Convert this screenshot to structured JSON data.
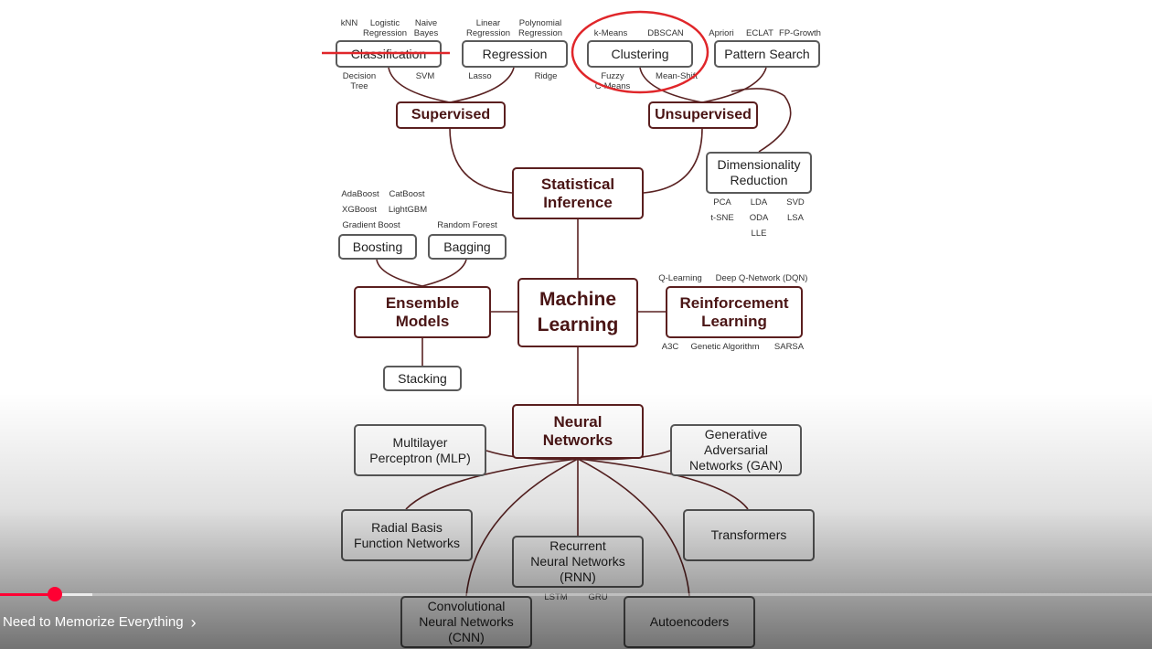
{
  "diagram": {
    "classification": {
      "label": "Classification",
      "top_labels": [
        "kNN",
        "Logistic\nRegression",
        "Naive\nBayes"
      ],
      "bottom_labels": [
        "Decision\nTree",
        "SVM"
      ]
    },
    "regression": {
      "label": "Regression",
      "top_labels": [
        "Linear\nRegression",
        "Polynomial\nRegression"
      ],
      "bottom_labels": [
        "Lasso",
        "Ridge"
      ]
    },
    "clustering": {
      "label": "Clustering",
      "top_labels": [
        "k-Means",
        "DBSCAN"
      ],
      "bottom_labels": [
        "Fuzzy\nC-Means",
        "Mean-Shift"
      ]
    },
    "pattern_search": {
      "label": "Pattern Search",
      "top_labels": [
        "Apriori",
        "ECLAT",
        "FP-Growth"
      ]
    },
    "supervised": {
      "label": "Supervised"
    },
    "unsupervised": {
      "label": "Unsupervised"
    },
    "dimensionality_reduction": {
      "label": "Dimensionality\nReduction",
      "bottom_labels": [
        "PCA",
        "LDA",
        "SVD",
        "t-SNE",
        "ODA",
        "LSA",
        "LLE"
      ]
    },
    "statistical_inference": {
      "label": "Statistical\nInference"
    },
    "boosting": {
      "label": "Boosting",
      "top_labels": [
        "AdaBoost",
        "CatBoost",
        "XGBoost",
        "LightGBM",
        "Gradient Boost"
      ]
    },
    "bagging": {
      "label": "Bagging",
      "top_labels": [
        "Random Forest"
      ]
    },
    "ensemble_models": {
      "label": "Ensemble\nModels"
    },
    "machine_learning": {
      "label": "Machine\nLearning"
    },
    "reinforcement_learning": {
      "label": "Reinforcement\nLearning",
      "top_labels": [
        "Q-Learning",
        "Deep Q-Network (DQN)"
      ],
      "bottom_labels": [
        "A3C",
        "Genetic Algorithm",
        "SARSA"
      ]
    },
    "stacking": {
      "label": "Stacking"
    },
    "neural_networks": {
      "label": "Neural\nNetworks"
    },
    "mlp": {
      "label": "Multilayer\nPerceptron (MLP)"
    },
    "gan": {
      "label": "Generative\nAdversarial\nNetworks (GAN)"
    },
    "rbfn": {
      "label": "Radial Basis\nFunction Networks"
    },
    "rnn": {
      "label": "Recurrent\nNeural Networks\n(RNN)",
      "bottom_labels": [
        "LSTM",
        "GRU"
      ]
    },
    "transformers": {
      "label": "Transformers"
    },
    "cnn": {
      "label": "Convolutional\nNeural Networks\n(CNN)"
    },
    "autoencoders": {
      "label": "Autoencoders"
    }
  },
  "annotations": {
    "strike_color": "#e0262a",
    "circle_color": "#e0262a"
  },
  "player": {
    "chapter_title": "Need to Memorize Everything",
    "chapter_icon": "chevron-right-icon",
    "progress_fraction": 0.048,
    "accent_color": "#ff0033"
  }
}
